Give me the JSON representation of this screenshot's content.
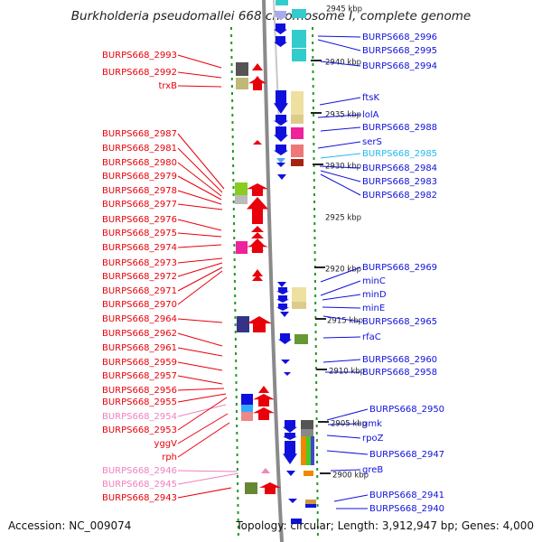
{
  "title": "Burkholderia pseudomallei 668 chromosome I, complete genome",
  "accession": "Accession: NC_009074",
  "topology": "Topology: circular; Length: 3,912,947 bp; Genes: 4,000",
  "colors": {
    "reverse": "#e8000b",
    "reverse_pseudo": "#f080c0",
    "forward": "#1010dd",
    "forward_pseudo": "#22bbee",
    "tick": "#229922",
    "backbone": "#8a8a8a"
  },
  "ticks": [
    {
      "label": "2945 kbp"
    },
    {
      "label": "2940 kbp"
    },
    {
      "label": "2935 kbp"
    },
    {
      "label": "2930 kbp"
    },
    {
      "label": "2925 kbp"
    },
    {
      "label": "2920 kbp"
    },
    {
      "label": "2915 kbp"
    },
    {
      "label": "2910 kbp"
    },
    {
      "label": "2905 kbp"
    },
    {
      "label": "2900 kbp"
    }
  ],
  "left_labels": [
    {
      "text": "BURPS668_2993",
      "pseudo": false
    },
    {
      "text": "BURPS668_2992",
      "pseudo": false
    },
    {
      "text": "trxB",
      "pseudo": false
    },
    {
      "text": "BURPS668_2987",
      "pseudo": false
    },
    {
      "text": "BURPS668_2981",
      "pseudo": false
    },
    {
      "text": "BURPS668_2980",
      "pseudo": false
    },
    {
      "text": "BURPS668_2979",
      "pseudo": false
    },
    {
      "text": "BURPS668_2978",
      "pseudo": false
    },
    {
      "text": "BURPS668_2977",
      "pseudo": false
    },
    {
      "text": "BURPS668_2976",
      "pseudo": false
    },
    {
      "text": "BURPS668_2975",
      "pseudo": false
    },
    {
      "text": "BURPS668_2974",
      "pseudo": false
    },
    {
      "text": "BURPS668_2973",
      "pseudo": false
    },
    {
      "text": "BURPS668_2972",
      "pseudo": false
    },
    {
      "text": "BURPS668_2971",
      "pseudo": false
    },
    {
      "text": "BURPS668_2970",
      "pseudo": false
    },
    {
      "text": "BURPS668_2964",
      "pseudo": false
    },
    {
      "text": "BURPS668_2962",
      "pseudo": false
    },
    {
      "text": "BURPS668_2961",
      "pseudo": false
    },
    {
      "text": "BURPS668_2959",
      "pseudo": false
    },
    {
      "text": "BURPS668_2957",
      "pseudo": false
    },
    {
      "text": "BURPS668_2956",
      "pseudo": false
    },
    {
      "text": "BURPS668_2955",
      "pseudo": false
    },
    {
      "text": "BURPS668_2954",
      "pseudo": true
    },
    {
      "text": "BURPS668_2953",
      "pseudo": false
    },
    {
      "text": "yggV",
      "pseudo": false
    },
    {
      "text": "rph",
      "pseudo": false
    },
    {
      "text": "BURPS668_2946",
      "pseudo": true
    },
    {
      "text": "BURPS668_2945",
      "pseudo": true
    },
    {
      "text": "BURPS668_2943",
      "pseudo": false
    }
  ],
  "right_labels": [
    {
      "text": "BURPS668_2996",
      "pseudo": false
    },
    {
      "text": "BURPS668_2995",
      "pseudo": false
    },
    {
      "text": "BURPS668_2994",
      "pseudo": false
    },
    {
      "text": "ftsK",
      "pseudo": false
    },
    {
      "text": "lolA",
      "pseudo": false
    },
    {
      "text": "BURPS668_2988",
      "pseudo": false
    },
    {
      "text": "serS",
      "pseudo": false
    },
    {
      "text": "BURPS668_2985",
      "pseudo": true
    },
    {
      "text": "BURPS668_2984",
      "pseudo": false
    },
    {
      "text": "BURPS668_2983",
      "pseudo": false
    },
    {
      "text": "BURPS668_2982",
      "pseudo": false
    },
    {
      "text": "BURPS668_2969",
      "pseudo": false
    },
    {
      "text": "minC",
      "pseudo": false
    },
    {
      "text": "minD",
      "pseudo": false
    },
    {
      "text": "minE",
      "pseudo": false
    },
    {
      "text": "BURPS668_2965",
      "pseudo": false
    },
    {
      "text": "rfaC",
      "pseudo": false
    },
    {
      "text": "BURPS668_2960",
      "pseudo": false
    },
    {
      "text": "BURPS668_2958",
      "pseudo": false
    },
    {
      "text": "BURPS668_2950",
      "pseudo": false
    },
    {
      "text": "gmk",
      "pseudo": false
    },
    {
      "text": "rpoZ",
      "pseudo": false
    },
    {
      "text": "BURPS668_2947",
      "pseudo": false
    },
    {
      "text": "greB",
      "pseudo": false
    },
    {
      "text": "BURPS668_2941",
      "pseudo": false
    },
    {
      "text": "BURPS668_2940",
      "pseudo": false
    }
  ]
}
